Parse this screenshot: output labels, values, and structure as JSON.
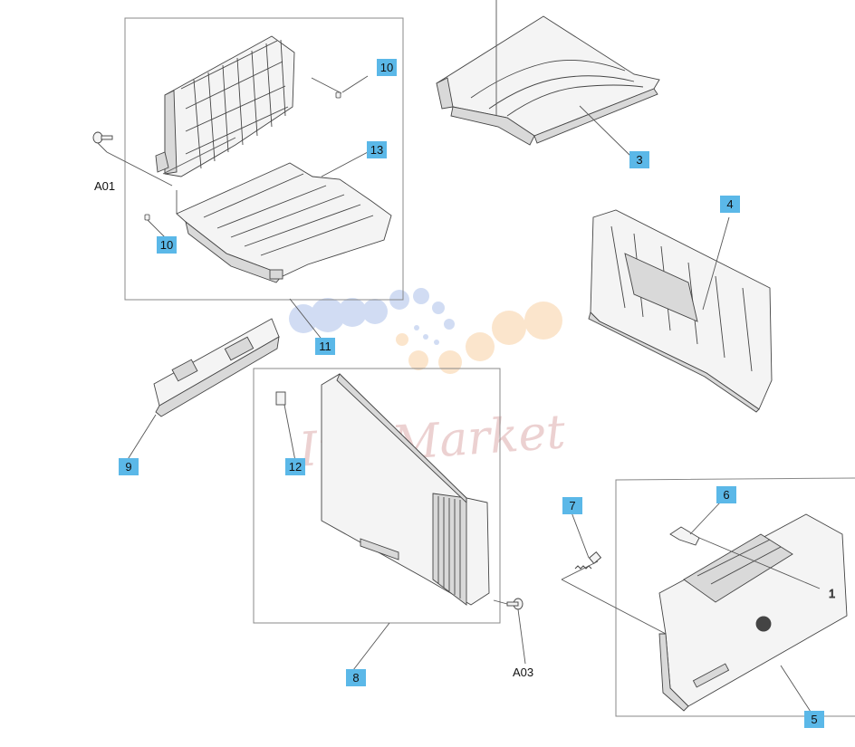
{
  "colors": {
    "callout_box": "#5bb8e8",
    "line": "#555555",
    "part_stroke": "#444444",
    "part_fill": "#f4f4f4",
    "part_fill_dark": "#d9d9d9",
    "watermark_blue": "#c9d7f2",
    "watermark_orange": "#fbe1c4",
    "watermark_text": "#e9c9c9"
  },
  "watermark": {
    "text": "Ink-Market"
  },
  "callouts": [
    {
      "id": "c10a",
      "label": "10"
    },
    {
      "id": "c13",
      "label": "13"
    },
    {
      "id": "c10b",
      "label": "10"
    },
    {
      "id": "c11",
      "label": "11"
    },
    {
      "id": "c3",
      "label": "3"
    },
    {
      "id": "c4",
      "label": "4"
    },
    {
      "id": "c9",
      "label": "9"
    },
    {
      "id": "c12",
      "label": "12"
    },
    {
      "id": "c8",
      "label": "8"
    },
    {
      "id": "c7",
      "label": "7"
    },
    {
      "id": "c6",
      "label": "6"
    },
    {
      "id": "c5",
      "label": "5"
    }
  ],
  "screw_labels": [
    {
      "id": "a01",
      "label": "A01"
    },
    {
      "id": "a03",
      "label": "A03"
    }
  ],
  "part_marks": {
    "side_panel_number": "1"
  },
  "icons": [
    "screw-icon",
    "pin-icon",
    "hp-logo-icon"
  ]
}
